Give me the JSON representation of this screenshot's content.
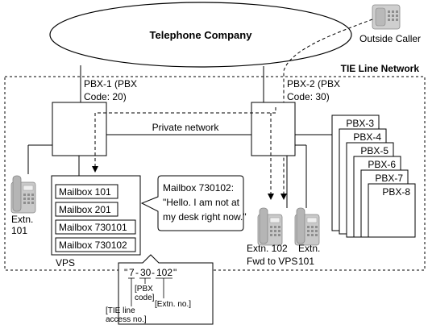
{
  "telco": "Telephone Company",
  "outside_caller": "Outside Caller",
  "network": "TIE Line Network",
  "pbx1": {
    "line1": "PBX-1 (PBX",
    "line2": "Code: 20)"
  },
  "pbx2": {
    "line1": "PBX-2 (PBX",
    "line2": "Code: 30)"
  },
  "private_network": "Private network",
  "pbx_stack": [
    "PBX-3",
    "PBX-4",
    "PBX-5",
    "PBX-6",
    "PBX-7",
    "PBX-8"
  ],
  "mailboxes": [
    "Mailbox 101",
    "Mailbox 201",
    "Mailbox 730101",
    "Mailbox 730102"
  ],
  "vps": "VPS",
  "greeting": {
    "line1": "Mailbox 730102:",
    "line2": "\"Hello. I am not at",
    "line3": "my desk right now.\""
  },
  "extn_left": {
    "line1": "Extn.",
    "line2": "101"
  },
  "extn_102": {
    "line1": "Extn. 102",
    "line2": "Fwd to VPS"
  },
  "extn_101_right": {
    "line1": "Extn.",
    "line2": "101"
  },
  "dial_code": {
    "p1": "7",
    "sep1": "-",
    "p2": "30",
    "sep2": "-",
    "p3": "102"
  },
  "dial_labels": {
    "pbx_code_1": "[PBX",
    "pbx_code_2": "code]",
    "extn_no": "[Extn. no.]",
    "tie_1": "[TIE line",
    "tie_2": "access no.]"
  }
}
